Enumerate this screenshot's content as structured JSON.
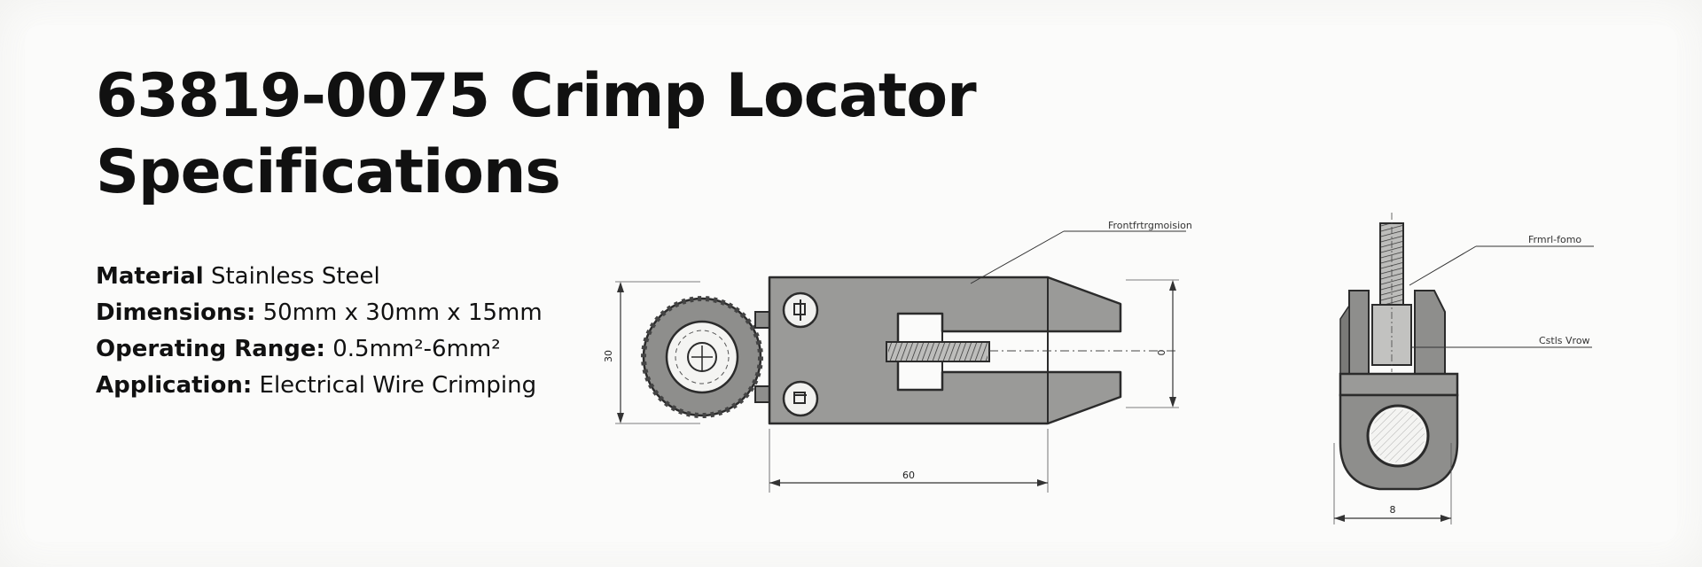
{
  "title": {
    "line1": "63819-0075 Crimp Locator",
    "line2": "Specifications"
  },
  "specs": [
    {
      "label": "Material",
      "value": "Stainless Steel"
    },
    {
      "label": "Dimensions:",
      "value": "50mm x 30mm x 15mm"
    },
    {
      "label": "Operating Range:",
      "value": "0.5mm²-6mm²"
    },
    {
      "label": "Application:",
      "value": "Electrical Wire Crimping"
    }
  ],
  "front_view": {
    "callout": "Frontfrtrgmoision",
    "dim_width": "60",
    "dim_height_left": "30",
    "dim_height_right": "0"
  },
  "side_view": {
    "callout_top": "Frmrl-fomo",
    "callout_mid": "Cstls Vrow",
    "dim_width": "8"
  },
  "colors": {
    "part_fill": "#9a9a98",
    "part_dark": "#6c6c6a",
    "line": "#2b2b2b",
    "background": "#fbfbfa"
  }
}
